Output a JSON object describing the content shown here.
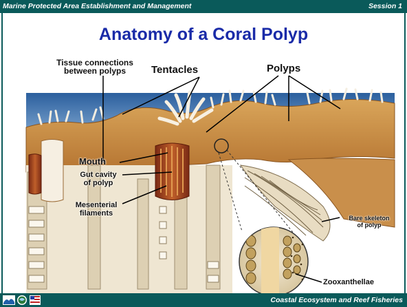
{
  "header": {
    "left_text": "Marine Protected Area Establishment and Management",
    "right_text": "Session 1"
  },
  "title": "Anatomy of a Coral Polyp",
  "labels": {
    "tissue_line1": "Tissue connections",
    "tissue_line2": "between polyps",
    "tentacles": "Tentacles",
    "polyps": "Polyps",
    "mouth": "Mouth",
    "gut_line1": "Gut cavity",
    "gut_line2": "of polyp",
    "mes_line1": "Mesenterial",
    "mes_line2": "filaments",
    "bare_line1": "Bare skeleton",
    "bare_line2": "of polyp",
    "zoox": "Zooxanthellae"
  },
  "footer": {
    "right_text": "Coastal Ecosystem and Reef Fisheries",
    "logos": [
      "wave-logo-icon",
      "globe-logo-icon",
      "flag-logo-icon"
    ]
  },
  "colors": {
    "bar": "#0a5a5a",
    "title": "#1a2ba8",
    "coral": "#c9883f",
    "water": "#3a6fb0"
  }
}
